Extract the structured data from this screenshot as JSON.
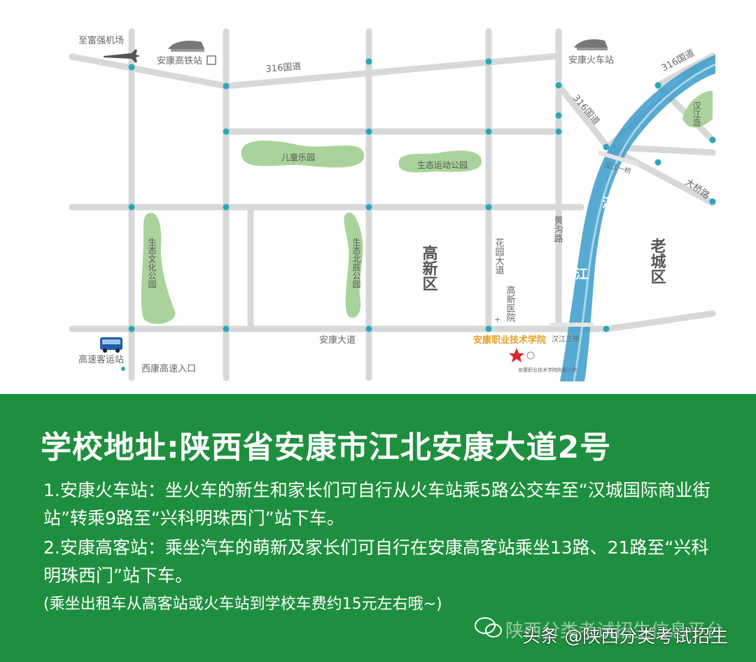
{
  "map": {
    "labels": {
      "airport": "至富强机场",
      "hsr_station": "安康高铁站",
      "train_station": "安康火车站",
      "road_316_a": "316国道",
      "road_316_b": "316国道",
      "road_316_c": "316国道",
      "childrens_park": "儿童乐园",
      "eco_sports_park": "生态运动公园",
      "eco_culture_park": "生态文化公园",
      "eco_north_park": "生态北辰公园",
      "gaoxin_district": "高新区",
      "huayuan_ave": "花园大道",
      "gaoxin_hospital": "高新医院",
      "ankang_ave": "安康大道",
      "bus_station": "高速客运站",
      "xikang_entrance": "西康高速入口",
      "college": "安康职业技术学院",
      "college_sub": "安康职业技术学院附属小学",
      "hanjiang_bridge_1": "汉江一桥",
      "hanjiang_bridge_3": "汉江三桥",
      "daqiao_road": "大桥路",
      "huangdi_road": "黄沟路",
      "han_char": "汉",
      "jiang_char": "江",
      "old_district": "老城区",
      "island": "汉江岛"
    }
  },
  "info": {
    "title": "学校地址:陕西省安康市江北安康大道2号",
    "route1": "1.安康火车站：坐火车的新生和家长们可自行从火车站乘5路公交车至“汉城国际商业街站”转乘9路至“兴科明珠西门”站下车。",
    "route2": "2.安康高客站：乘坐汽车的萌新及家长们可自行在安康高客站乘坐13路、21路至“兴科明珠西门”站下车。",
    "note": "(乘坐出租车从高客站或火车站到学校车费约15元左右哦~)",
    "watermark_a": "陕西分类考试招生信息平台",
    "watermark_b": "头条 @陕西分类考试招生"
  },
  "colors": {
    "road": "#d6d8da",
    "node": "#2aa7b6",
    "park": "#a9d39a",
    "river": "#3a9bc9",
    "banner": "#1e8f3e",
    "college": "#e8a023",
    "star": "#d8262e"
  }
}
